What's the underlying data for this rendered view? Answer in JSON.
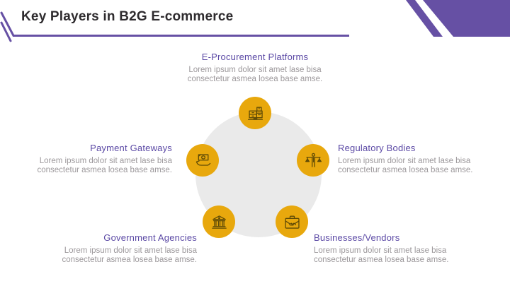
{
  "slide_title": "Key Players in B2G E-commerce",
  "colors": {
    "purple": "#6650A4",
    "heading": "#5B49A5",
    "title_text": "#2E2B2E",
    "body_text": "#9C989B",
    "yellow": "#E8A80D",
    "icon_stroke": "#5E4A06",
    "circle_gray": "#EAEAEA"
  },
  "players": [
    {
      "name": "E-Procurement Platforms",
      "desc_line1": "Lorem ipsum dolor sit amet lase bisa",
      "desc_line2": "consectetur asmea losea base amse.",
      "icon": "warehouse-boxes-icon"
    },
    {
      "name": "Payment Gateways",
      "desc_line1": "Lorem ipsum dolor sit amet lase bisa",
      "desc_line2": "consectetur asmea losea base amse.",
      "icon": "hand-banknote-icon"
    },
    {
      "name": "Regulatory Bodies",
      "desc_line1": "Lorem ipsum dolor sit amet lase bisa",
      "desc_line2": "consectetur asmea losea base amse.",
      "icon": "justice-scales-icon"
    },
    {
      "name": "Government Agencies",
      "desc_line1": "Lorem ipsum dolor sit amet lase bisa",
      "desc_line2": "consectetur asmea losea base amse.",
      "icon": "bank-building-icon"
    },
    {
      "name": "Businesses/Vendors",
      "desc_line1": "Lorem ipsum dolor sit amet lase bisa",
      "desc_line2": "consectetur asmea losea base amse.",
      "icon": "briefcase-handshake-icon"
    }
  ]
}
